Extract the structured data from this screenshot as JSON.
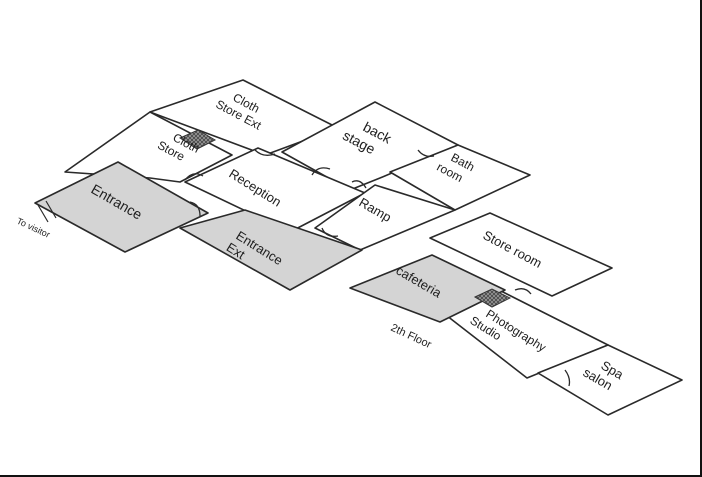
{
  "rooms": {
    "cloth_store_ext": [
      "Cloth",
      "Store Ext"
    ],
    "cloth_store": [
      "Cloth",
      "Store"
    ],
    "back_stage": [
      "back",
      "stage"
    ],
    "bath_room": [
      "Bath",
      "room"
    ],
    "reception": "Reception",
    "entrance": "Entrance",
    "entrance_ext": [
      "Entrance",
      "Ext"
    ],
    "ramp": "Ramp",
    "store_room": "Store room",
    "cafeteria": "cafeteria",
    "photography_studio": [
      "Photography",
      "Studio"
    ],
    "spa_salon": [
      "Spa",
      "salon"
    ]
  },
  "labels": {
    "to_visitor": "To visitor",
    "floor": "2th Floor"
  },
  "colors": {
    "room_fill": "#ffffff",
    "highlight_fill": "#d4d4d4",
    "outline": "#2a2a2a"
  }
}
